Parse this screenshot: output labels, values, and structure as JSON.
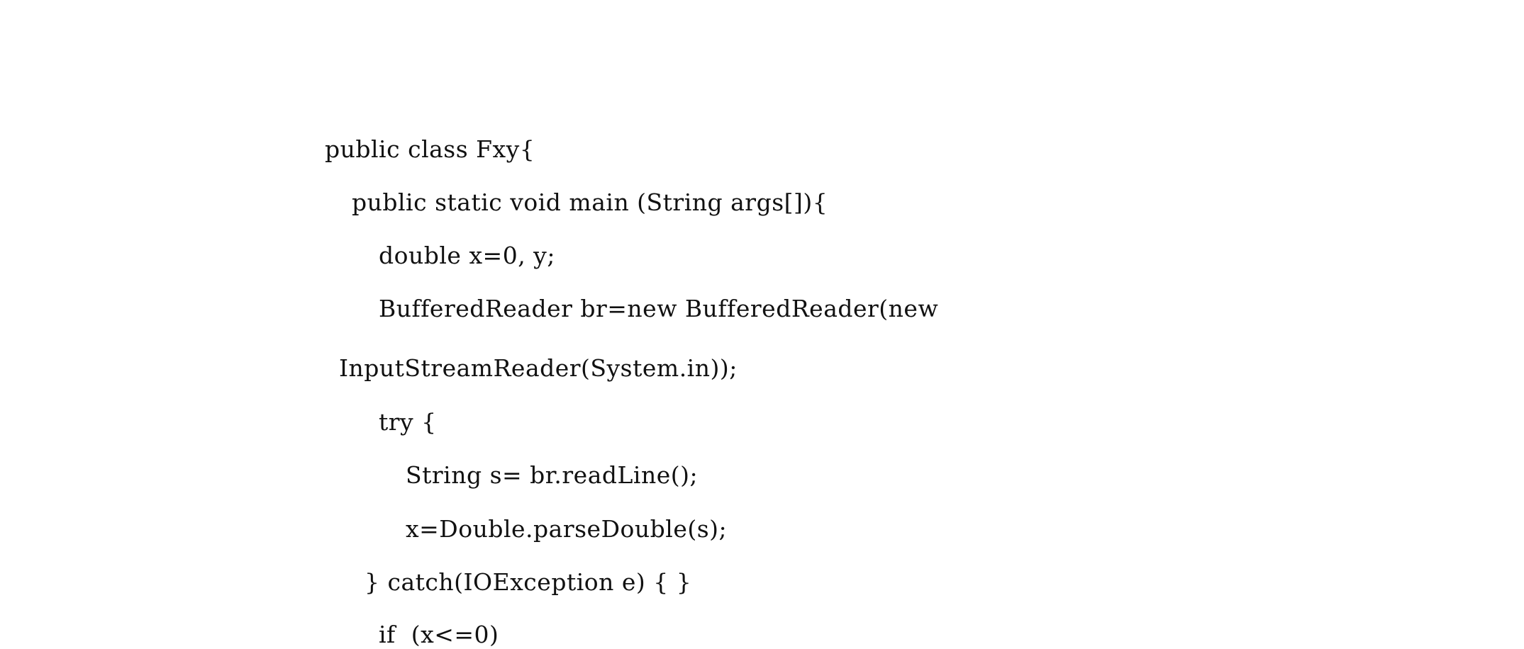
{
  "document": {
    "code_lines": [
      "public class Fxy{",
      "public static void main (String args[]){",
      "double x=0, y;",
      "BufferedReader br=new BufferedReader(new",
      "InputStreamReader(System.in));",
      "try {",
      "String s= br.readLine();",
      "x=Double.parseDouble(s);",
      "} catch(IOException e) { }",
      "if  (x<=0)"
    ]
  }
}
